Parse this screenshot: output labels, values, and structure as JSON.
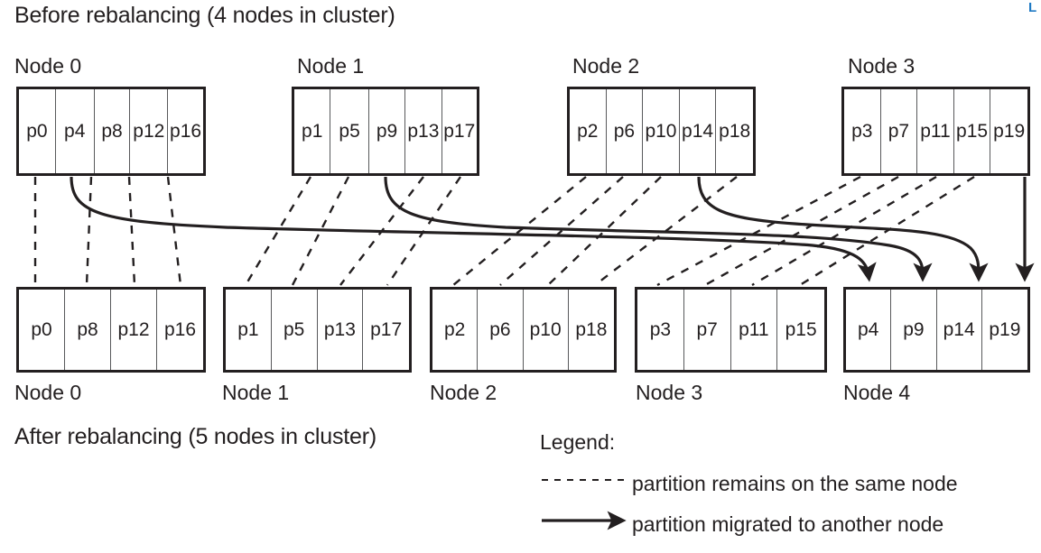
{
  "titles": {
    "before": "Before rebalancing (4 nodes in cluster)",
    "after": "After rebalancing (5 nodes in cluster)"
  },
  "corner_mark": "L",
  "before": {
    "nodes": [
      {
        "label": "Node 0",
        "partitions": [
          "p0",
          "p4",
          "p8",
          "p12",
          "p16"
        ]
      },
      {
        "label": "Node 1",
        "partitions": [
          "p1",
          "p5",
          "p9",
          "p13",
          "p17"
        ]
      },
      {
        "label": "Node 2",
        "partitions": [
          "p2",
          "p6",
          "p10",
          "p14",
          "p18"
        ]
      },
      {
        "label": "Node 3",
        "partitions": [
          "p3",
          "p7",
          "p11",
          "p15",
          "p19"
        ]
      }
    ]
  },
  "after": {
    "nodes": [
      {
        "label": "Node 0",
        "partitions": [
          "p0",
          "p8",
          "p12",
          "p16"
        ]
      },
      {
        "label": "Node 1",
        "partitions": [
          "p1",
          "p5",
          "p13",
          "p17"
        ]
      },
      {
        "label": "Node 2",
        "partitions": [
          "p2",
          "p6",
          "p10",
          "p18"
        ]
      },
      {
        "label": "Node 3",
        "partitions": [
          "p3",
          "p7",
          "p11",
          "p15"
        ]
      },
      {
        "label": "Node 4",
        "partitions": [
          "p4",
          "p9",
          "p14",
          "p19"
        ]
      }
    ]
  },
  "legend": {
    "title": "Legend:",
    "dashed": "partition remains on the same node",
    "arrow": "partition migrated to another node"
  },
  "colors": {
    "stroke": "#231f20",
    "cell_divider": "#58595b",
    "background": "#ffffff",
    "corner_mark": "#1f7ac4"
  },
  "migrations": [
    {
      "from_node": "Node 0",
      "partition": "p4",
      "to_node": "Node 4"
    },
    {
      "from_node": "Node 1",
      "partition": "p9",
      "to_node": "Node 4"
    },
    {
      "from_node": "Node 2",
      "partition": "p14",
      "to_node": "Node 4"
    },
    {
      "from_node": "Node 3",
      "partition": "p19",
      "to_node": "Node 4"
    }
  ]
}
